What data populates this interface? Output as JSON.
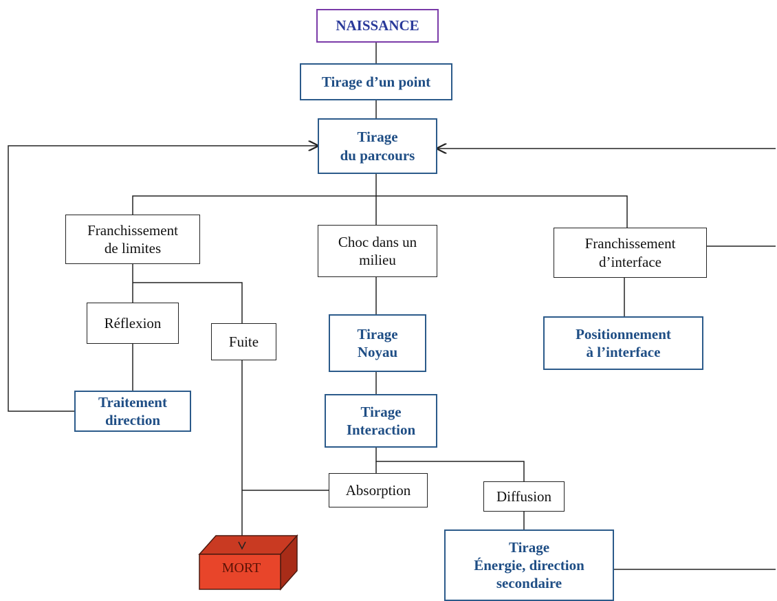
{
  "nodes": {
    "naissance": "NAISSANCE",
    "tirage_point": "Tirage d’un point",
    "tirage_parcours": "Tirage\ndu parcours",
    "franchissement_limites": "Franchissement\nde limites",
    "choc_milieu": "Choc dans un\nmilieu",
    "franchissement_interface": "Franchissement\nd’interface",
    "reflexion": "Réflexion",
    "fuite": "Fuite",
    "tirage_noyau": "Tirage\nNoyau",
    "positionnement_interface": "Positionnement\nà l’interface",
    "traitement_direction": "Traitement\ndirection",
    "tirage_interaction": "Tirage\nInteraction",
    "absorption": "Absorption",
    "diffusion": "Diffusion",
    "tirage_energie": "Tirage\nÉnergie, direction\nsecondaire",
    "mort": "MORT"
  },
  "colors": {
    "blue_text": "#1f4e85",
    "blue_border": "#2b5a8a",
    "purple_border": "#7a3aa8",
    "mort_fill": "#e8452a",
    "line": "#222222"
  }
}
